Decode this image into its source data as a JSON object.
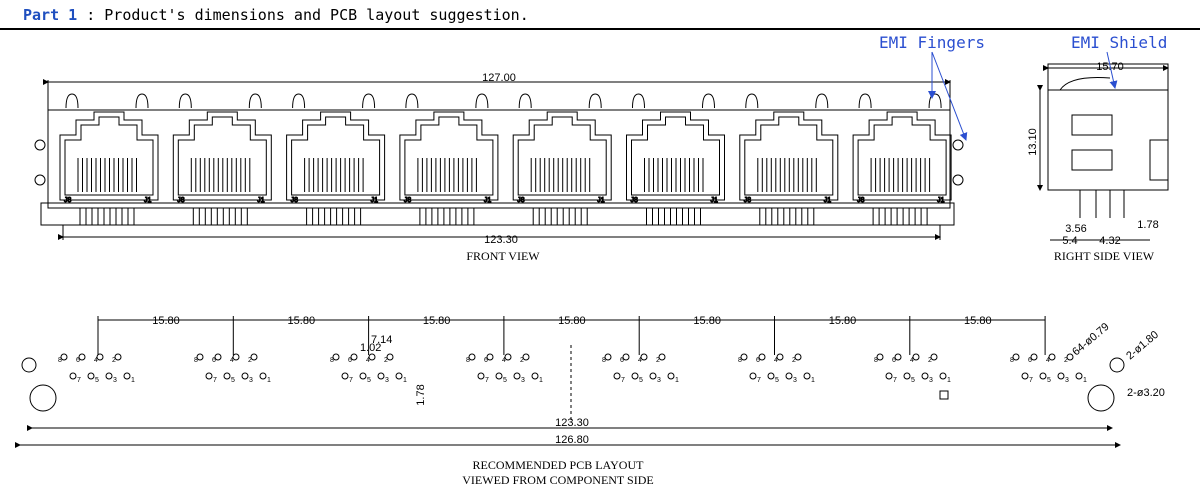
{
  "header": {
    "part": "Part 1",
    "sep": " : ",
    "title": "Product's dimensions and PCB layout suggestion."
  },
  "front_view": {
    "caption": "FRONT VIEW",
    "overall_dim": "127.00",
    "pin_span_dim": "123.30",
    "ports": 8,
    "pin_labels": [
      "J8",
      "J1"
    ]
  },
  "side_view": {
    "caption": "RIGHT SIDE VIEW",
    "width_dim": "15.70",
    "height_dim": "13.10",
    "dims": [
      "3.56",
      "5.4",
      "4.32",
      "1.78"
    ]
  },
  "callouts": {
    "emi_fingers": "EMI Fingers",
    "emi_shield": "EMI Shield"
  },
  "pcb": {
    "caption_line1": "RECOMMENDED PCB LAYOUT",
    "caption_line2": "VIEWED FROM COMPONENT SIDE",
    "pitch_dims": [
      "15.80",
      "15.80",
      "15.80",
      "15.80",
      "15.80",
      "15.80",
      "15.80"
    ],
    "detail_dims": [
      "7.14",
      "1.02",
      "1.78"
    ],
    "hole_note_pins": "64-ø0.79",
    "hole_note_led": "2-ø1.80",
    "hole_note_post": "2-ø3.20",
    "span_inner": "123.30",
    "span_outer": "126.80",
    "pin_numbers_top": [
      "8",
      "6",
      "4",
      "2"
    ],
    "pin_numbers_bottom": [
      "7",
      "5",
      "3",
      "1"
    ]
  },
  "colors": {
    "line": "#000000",
    "callout_text": "#2b4fd0",
    "header_accent": "#1f4fbf"
  }
}
